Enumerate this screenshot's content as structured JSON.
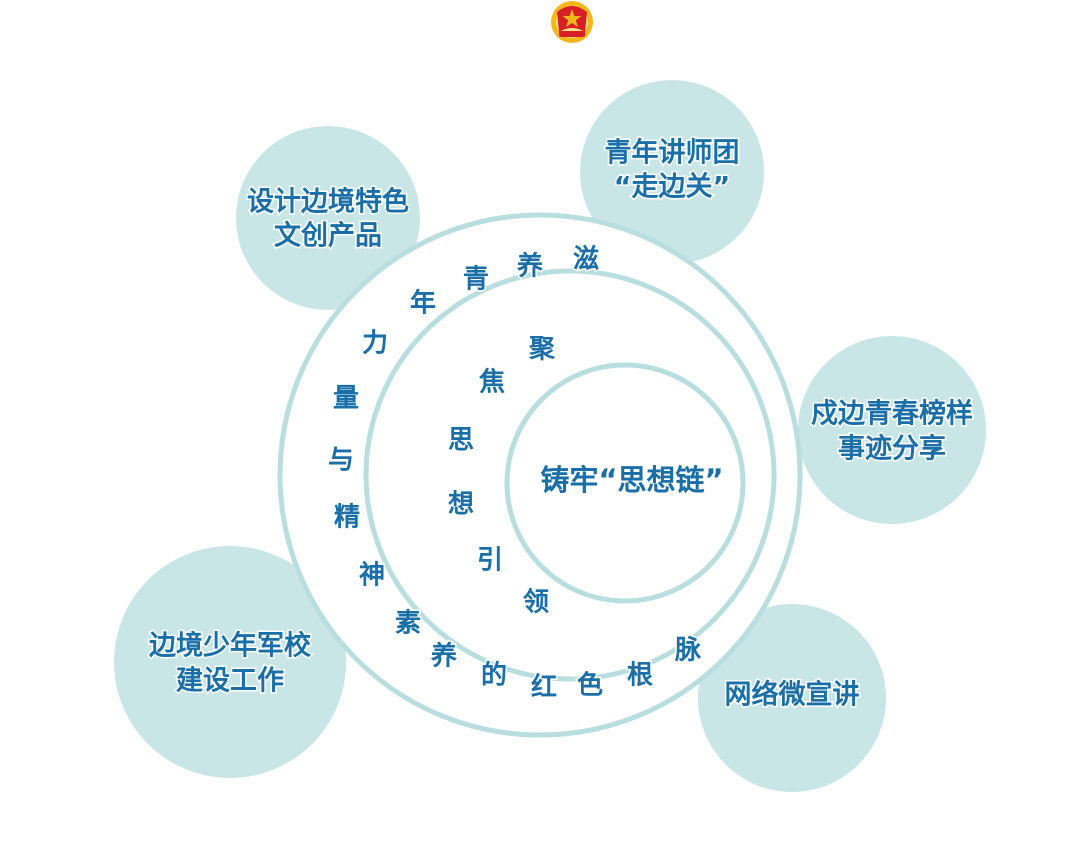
{
  "colors": {
    "text_blue": "#1a6fa8",
    "ring_stroke": "#b9dedf",
    "bubble_fill": "#c9e6e7",
    "emblem_red": "#d71f26",
    "emblem_gold": "#f3b71a"
  },
  "emblem": {
    "icon": "youth-league-emblem-icon"
  },
  "center": {
    "label": "铸牢“思想链”"
  },
  "middle_ring": {
    "chars": [
      "聚",
      "焦",
      "思",
      "想",
      "引",
      "领"
    ]
  },
  "outer_ring": {
    "chars": [
      "滋",
      "养",
      "青",
      "年",
      "力",
      "量",
      "与",
      "精",
      "神",
      "素",
      "养",
      "的",
      "红",
      "色",
      "根",
      "脉"
    ]
  },
  "bubbles": [
    {
      "id": "design-products",
      "lines": [
        "设计边境特色",
        "文创产品"
      ]
    },
    {
      "id": "youth-lecturers",
      "lines": [
        "青年讲师团",
        "“走边关”"
      ]
    },
    {
      "id": "role-model-sharing",
      "lines": [
        "戍边青春榜样",
        "事迹分享"
      ]
    },
    {
      "id": "online-lecture",
      "lines": [
        "网络微宣讲"
      ]
    },
    {
      "id": "military-school",
      "lines": [
        "边境少年军校",
        "建设工作"
      ]
    }
  ]
}
